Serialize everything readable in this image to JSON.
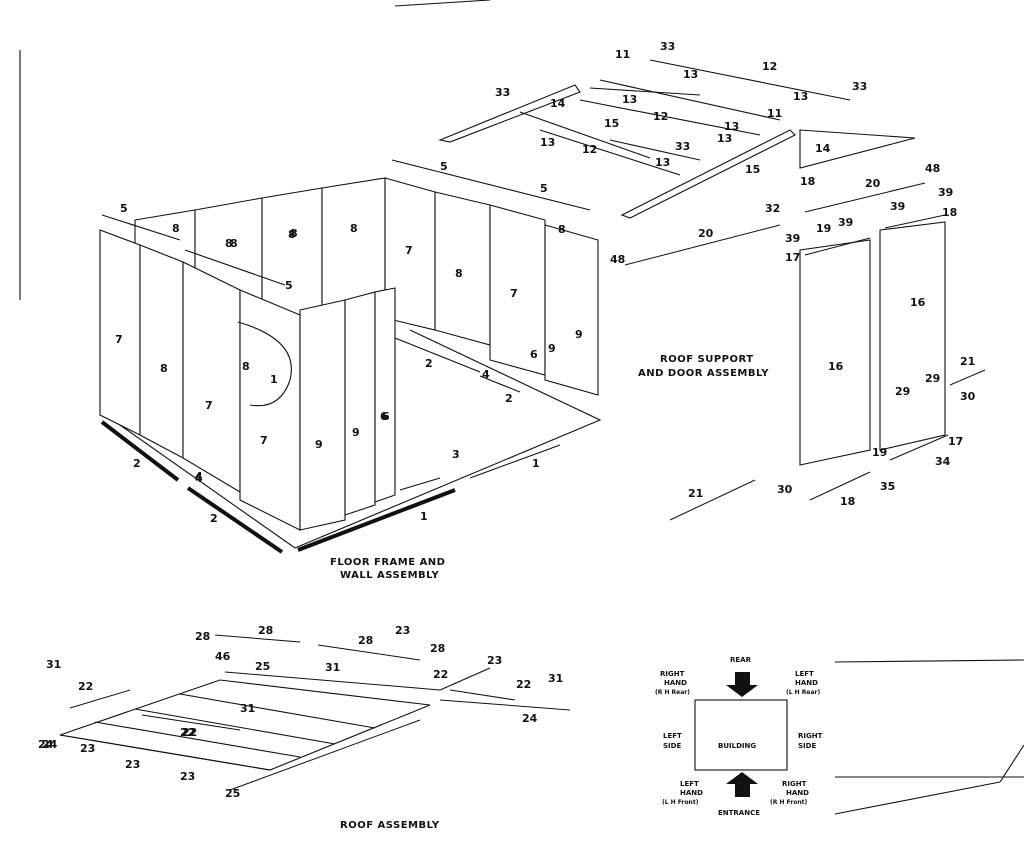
{
  "captions": {
    "floor_wall": [
      "FLOOR FRAME AND",
      "WALL ASSEMBLY"
    ],
    "roof_support": [
      "ROOF SUPPORT",
      "AND DOOR ASSEMBLY"
    ],
    "roof": "ROOF ASSEMBLY"
  },
  "callouts": {
    "floor_wall": [
      "5",
      "8",
      "8",
      "8",
      "8",
      "5",
      "5",
      "7",
      "7",
      "8",
      "8",
      "7",
      "8",
      "4",
      "1",
      "2",
      "4",
      "2",
      "6",
      "9",
      "9",
      "6",
      "7",
      "9",
      "9",
      "6",
      "3",
      "1",
      "1",
      "2",
      "2",
      "4",
      "5",
      "8",
      "7",
      "8",
      "8"
    ],
    "roof_support": [
      "11",
      "33",
      "12",
      "13",
      "13",
      "33",
      "33",
      "13",
      "12",
      "14",
      "15",
      "13",
      "11",
      "13",
      "12",
      "13",
      "33",
      "13",
      "15",
      "14",
      "18",
      "20",
      "48",
      "39",
      "18",
      "39",
      "32",
      "20",
      "19",
      "39",
      "39",
      "17",
      "48",
      "16",
      "16",
      "21",
      "29",
      "29",
      "30",
      "17",
      "19",
      "34",
      "35",
      "21",
      "30",
      "18"
    ],
    "roof": [
      "28",
      "28",
      "28",
      "23",
      "28",
      "46",
      "25",
      "31",
      "22",
      "23",
      "22",
      "31",
      "31",
      "22",
      "22",
      "24",
      "24",
      "31",
      "23",
      "23",
      "23",
      "22",
      "24",
      "25"
    ]
  },
  "orientation": {
    "rear": "REAR",
    "entrance": "ENTRANCE",
    "building": "BUILDING",
    "left_side": [
      "LEFT",
      "SIDE"
    ],
    "right_side": [
      "RIGHT",
      "SIDE"
    ],
    "right_hand_rear": [
      "RIGHT",
      "HAND",
      "(R H  Rear)"
    ],
    "left_hand_rear": [
      "LEFT",
      "HAND",
      "(L H  Rear)"
    ],
    "left_hand_front": [
      "LEFT",
      "HAND",
      "(L H  Front)"
    ],
    "right_hand_front": [
      "RIGHT",
      "HAND",
      "(R H  Front)"
    ]
  }
}
